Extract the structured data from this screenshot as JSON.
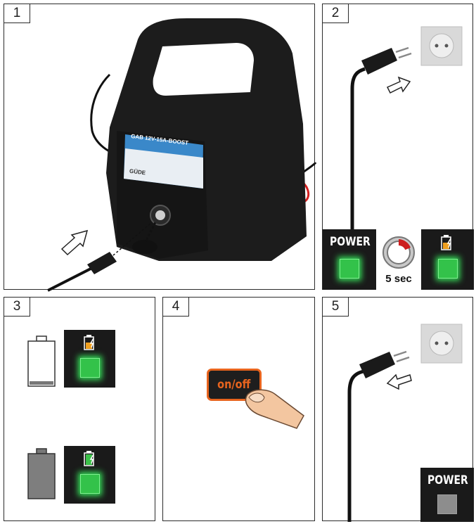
{
  "steps": {
    "s1": "1",
    "s2": "2",
    "s3": "3",
    "s4": "4",
    "s5": "5"
  },
  "charger": {
    "model": "GAB 12V-15A-BOOST",
    "brand": "GÜDE"
  },
  "panel2": {
    "power_label": "POWER",
    "timer_label": "5 sec"
  },
  "panel4": {
    "button_label": "on/off"
  },
  "panel5": {
    "power_label": "POWER"
  },
  "colors": {
    "led_green": "#33c24a",
    "led_off": "#8d8d8d",
    "button_orange": "#e8641e",
    "cable_red": "#d42020"
  }
}
